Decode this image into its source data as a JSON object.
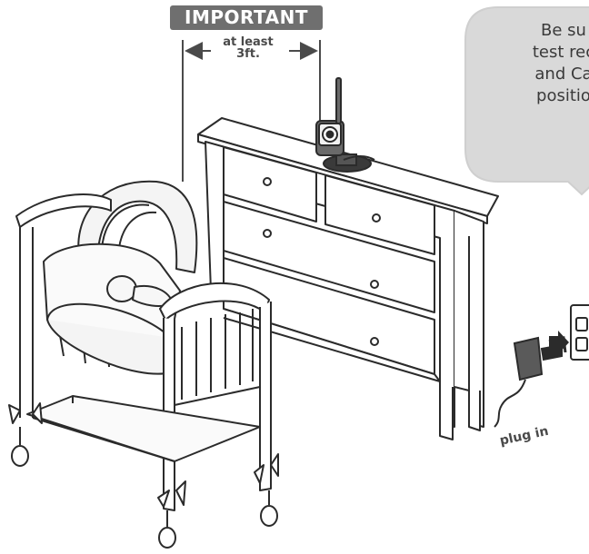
{
  "badge": {
    "label": "IMPORTANT"
  },
  "distance": {
    "line1": "at least",
    "line2": "3ft."
  },
  "callout": {
    "lines": [
      "Be su",
      "test rec",
      "and Ca",
      "positio"
    ]
  },
  "plug_label": "plug in",
  "colors": {
    "badge_bg": "#6f6f6f",
    "callout_bg": "#d9d9d9",
    "line_art": "#2b2b2b"
  }
}
